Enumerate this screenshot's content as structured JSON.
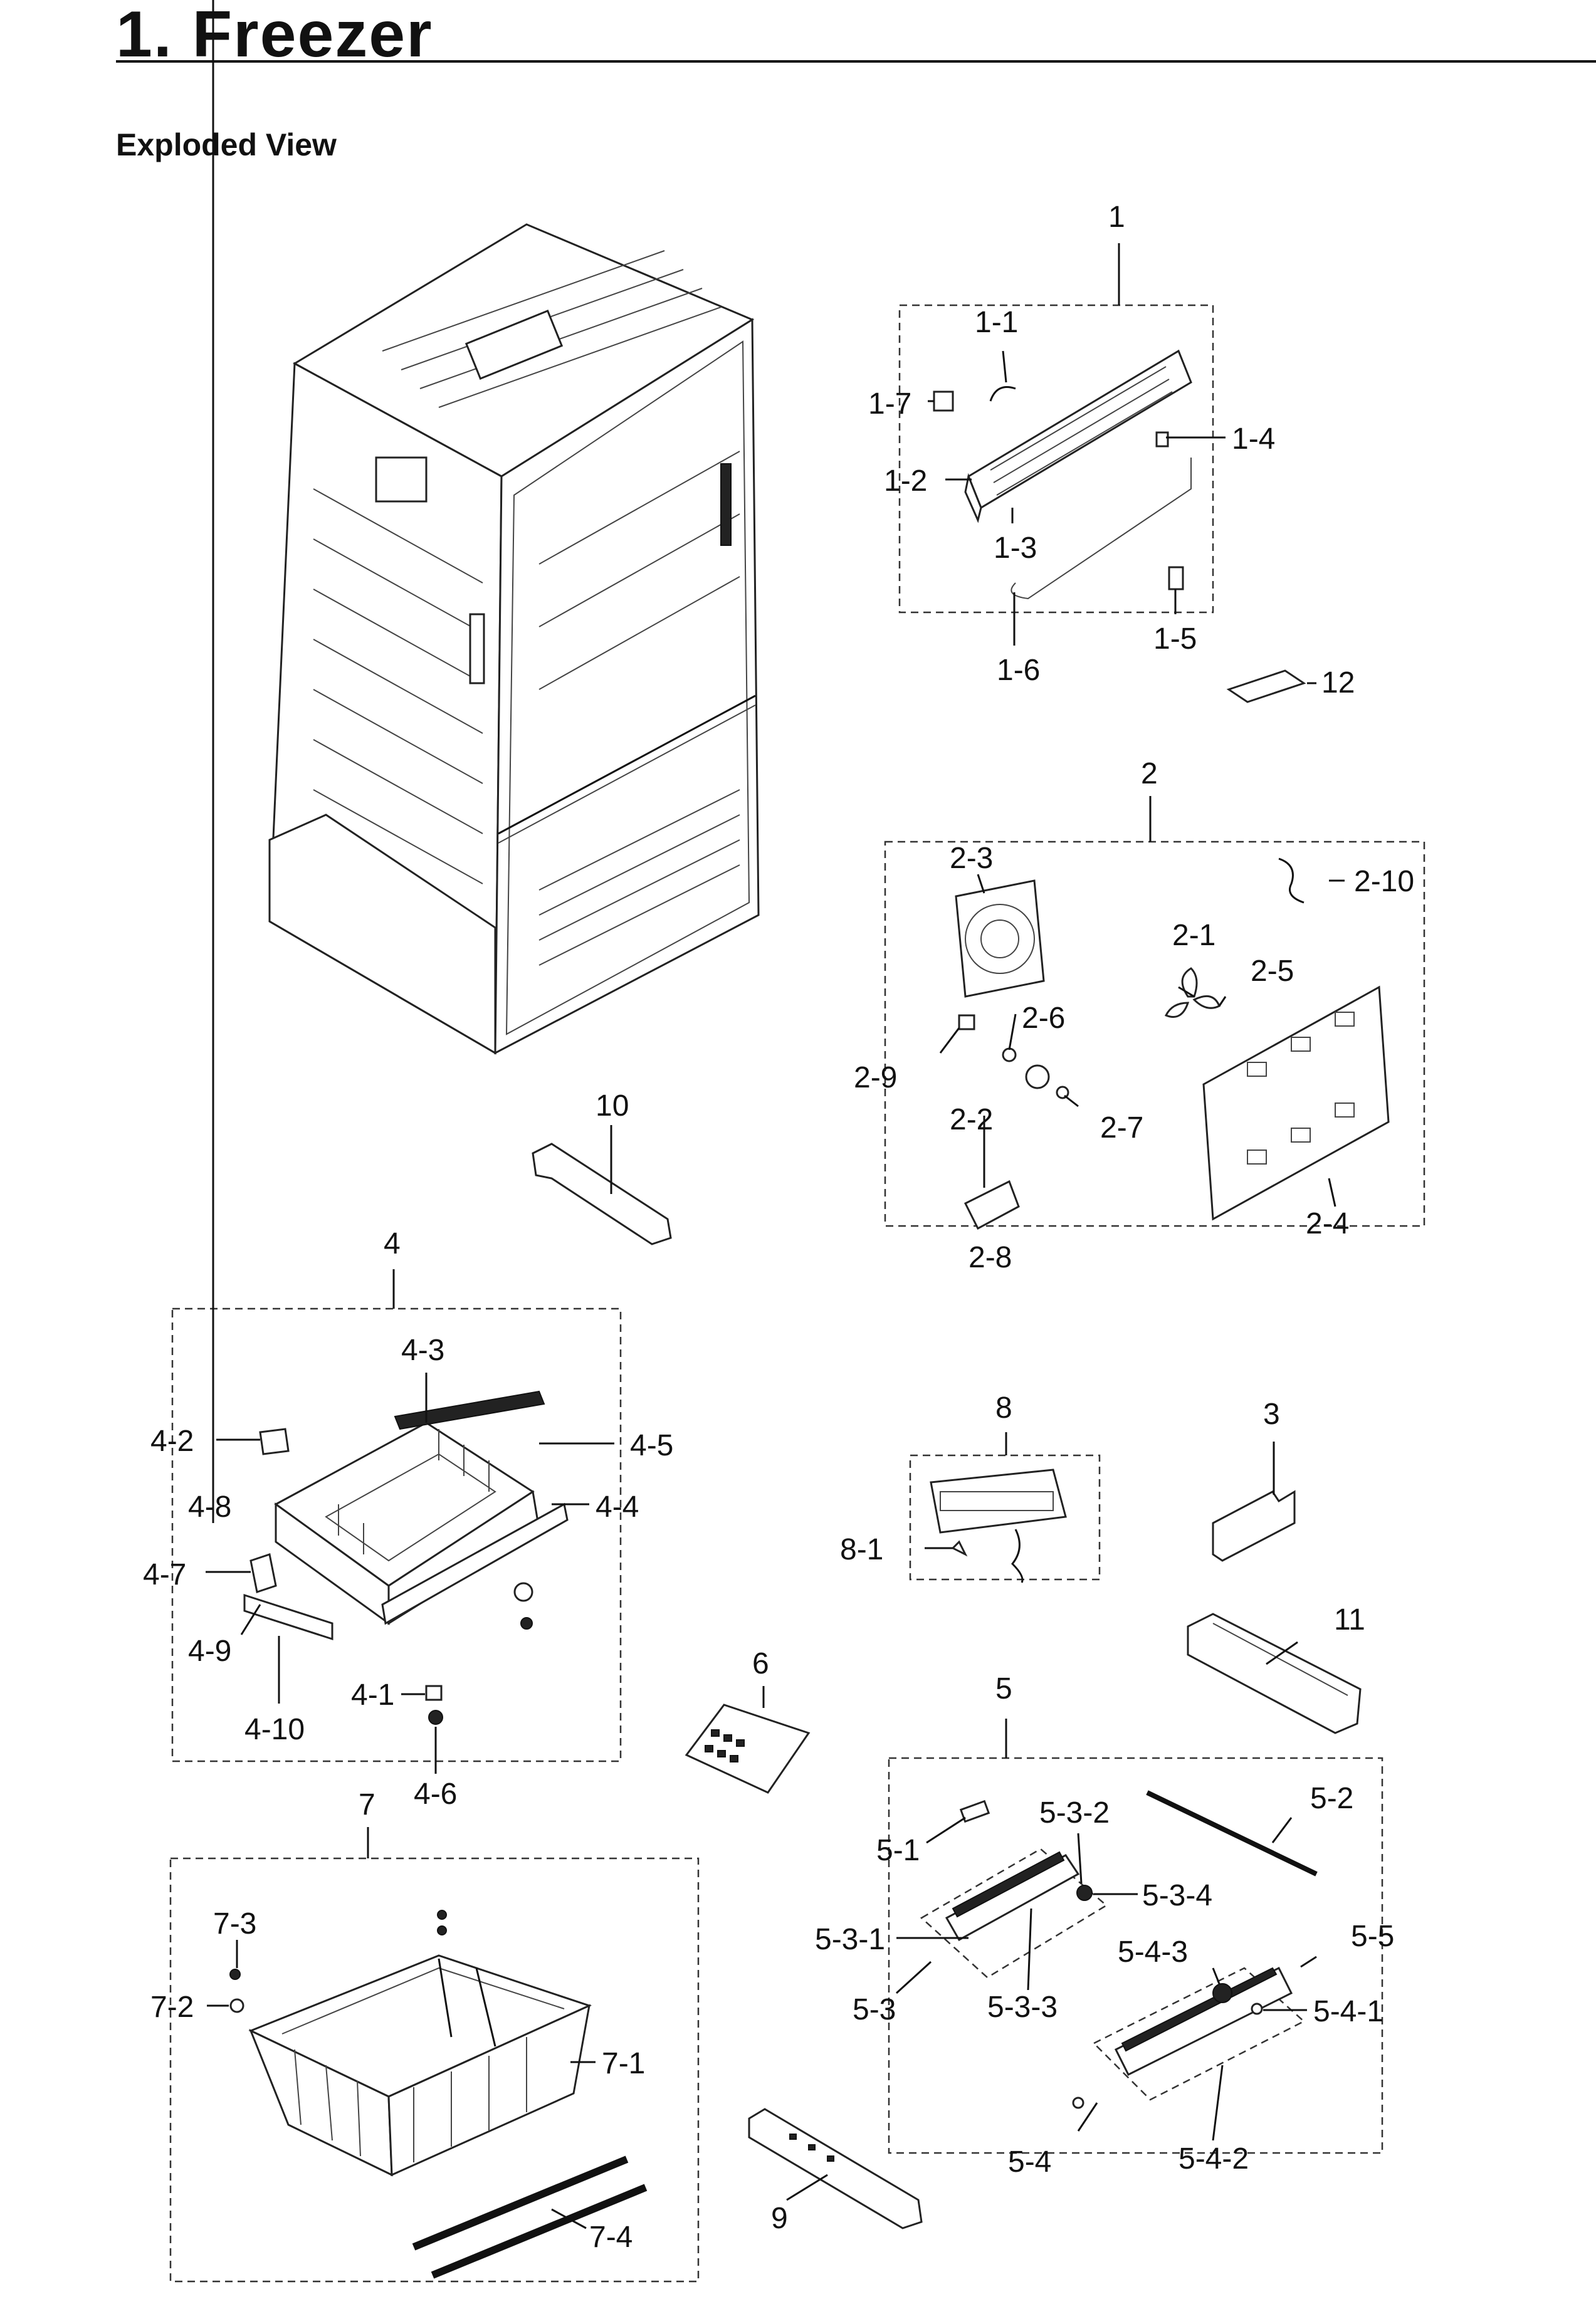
{
  "header": {
    "title": "1.  Freezer",
    "subtitle": "Exploded View"
  },
  "callouts": {
    "c1": "1",
    "c1_1": "1-1",
    "c1_2": "1-2",
    "c1_3": "1-3",
    "c1_4": "1-4",
    "c1_5": "1-5",
    "c1_6": "1-6",
    "c1_7": "1-7",
    "c12": "12",
    "c2": "2",
    "c2_1": "2-1",
    "c2_2": "2-2",
    "c2_3": "2-3",
    "c2_4": "2-4",
    "c2_5": "2-5",
    "c2_6": "2-6",
    "c2_7": "2-7",
    "c2_8": "2-8",
    "c2_9": "2-9",
    "c2_10": "2-10",
    "c10": "10",
    "c4": "4",
    "c4_1": "4-1",
    "c4_2": "4-2",
    "c4_3": "4-3",
    "c4_4": "4-4",
    "c4_5": "4-5",
    "c4_6": "4-6",
    "c4_7": "4-7",
    "c4_8": "4-8",
    "c4_9": "4-9",
    "c4_10": "4-10",
    "c8": "8",
    "c8_1": "8-1",
    "c3": "3",
    "c11": "11",
    "c6": "6",
    "c5": "5",
    "c5_1": "5-1",
    "c5_2": "5-2",
    "c5_3": "5-3",
    "c5_3_1": "5-3-1",
    "c5_3_2": "5-3-2",
    "c5_3_3": "5-3-3",
    "c5_3_4": "5-3-4",
    "c5_4": "5-4",
    "c5_4_1": "5-4-1",
    "c5_4_2": "5-4-2",
    "c5_4_3": "5-4-3",
    "c5_5": "5-5",
    "c7": "7",
    "c7_1": "7-1",
    "c7_2": "7-2",
    "c7_3": "7-3",
    "c7_4": "7-4",
    "c9": "9"
  }
}
